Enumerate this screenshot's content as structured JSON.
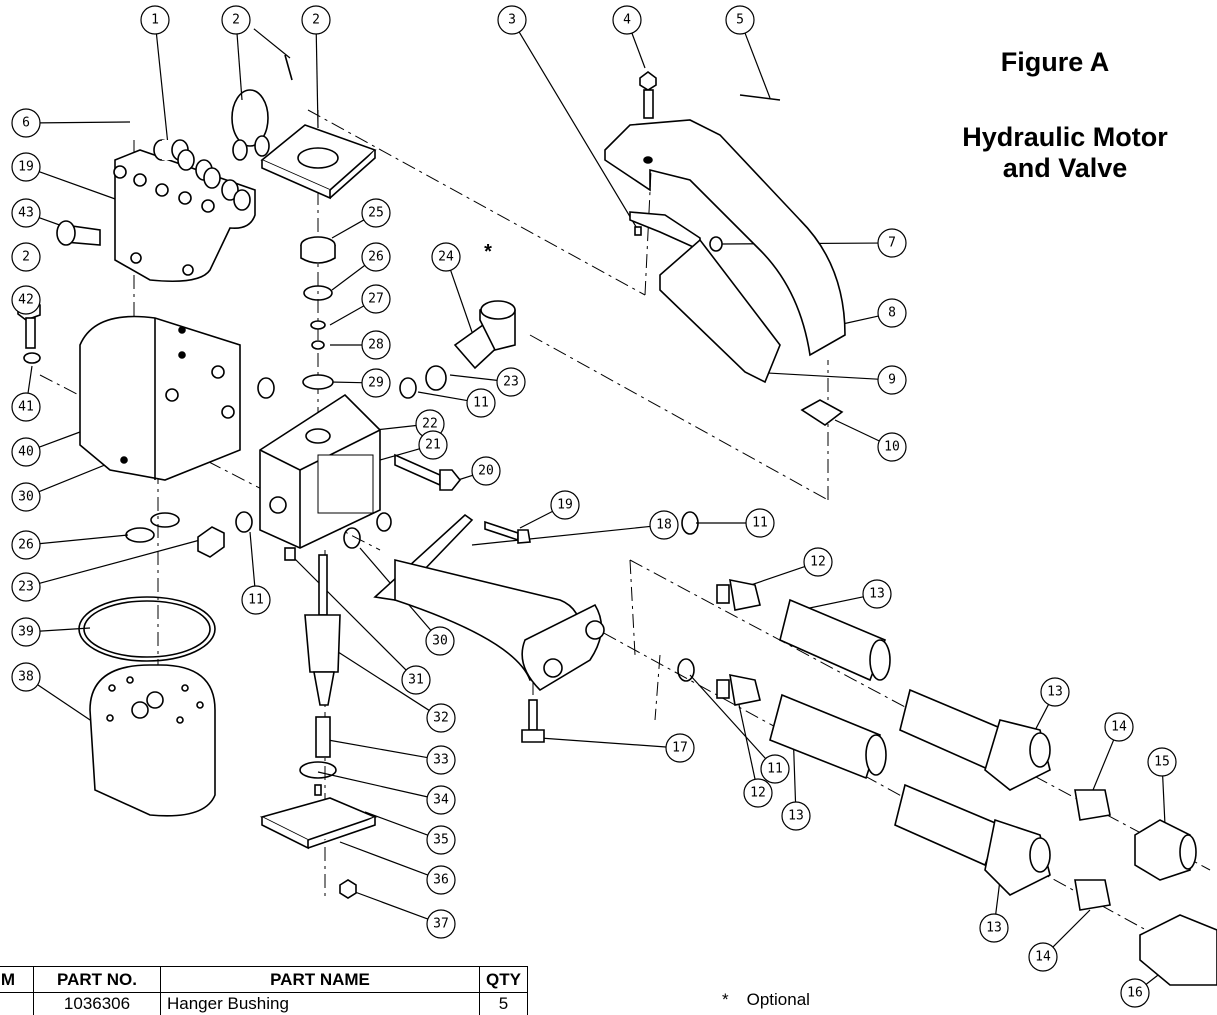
{
  "figure": {
    "title": "Figure A",
    "subtitle": "Hydraulic Motor\nand Valve"
  },
  "optional_marker": "*",
  "footnote": {
    "marker": "*",
    "text": "Optional"
  },
  "callouts": [
    "1",
    "2",
    "2",
    "3",
    "4",
    "5",
    "6",
    "19",
    "43",
    "2",
    "25",
    "24",
    "26",
    "7",
    "42",
    "27",
    "28",
    "8",
    "23",
    "29",
    "9",
    "41",
    "11",
    "40",
    "22",
    "10",
    "21",
    "30",
    "20",
    "19",
    "18",
    "11",
    "26",
    "12",
    "23",
    "13",
    "30",
    "11",
    "39",
    "31",
    "38",
    "32",
    "13",
    "14",
    "33",
    "17",
    "15",
    "11",
    "12",
    "13",
    "34",
    "35",
    "36",
    "13",
    "14",
    "37",
    "16"
  ],
  "parts_table": {
    "headers": [
      "M",
      "PART NO.",
      "PART NAME",
      "QTY"
    ],
    "rows": [
      {
        "item": "",
        "part_no": "1036306",
        "name": "Hanger Bushing",
        "qty": "5"
      }
    ]
  }
}
